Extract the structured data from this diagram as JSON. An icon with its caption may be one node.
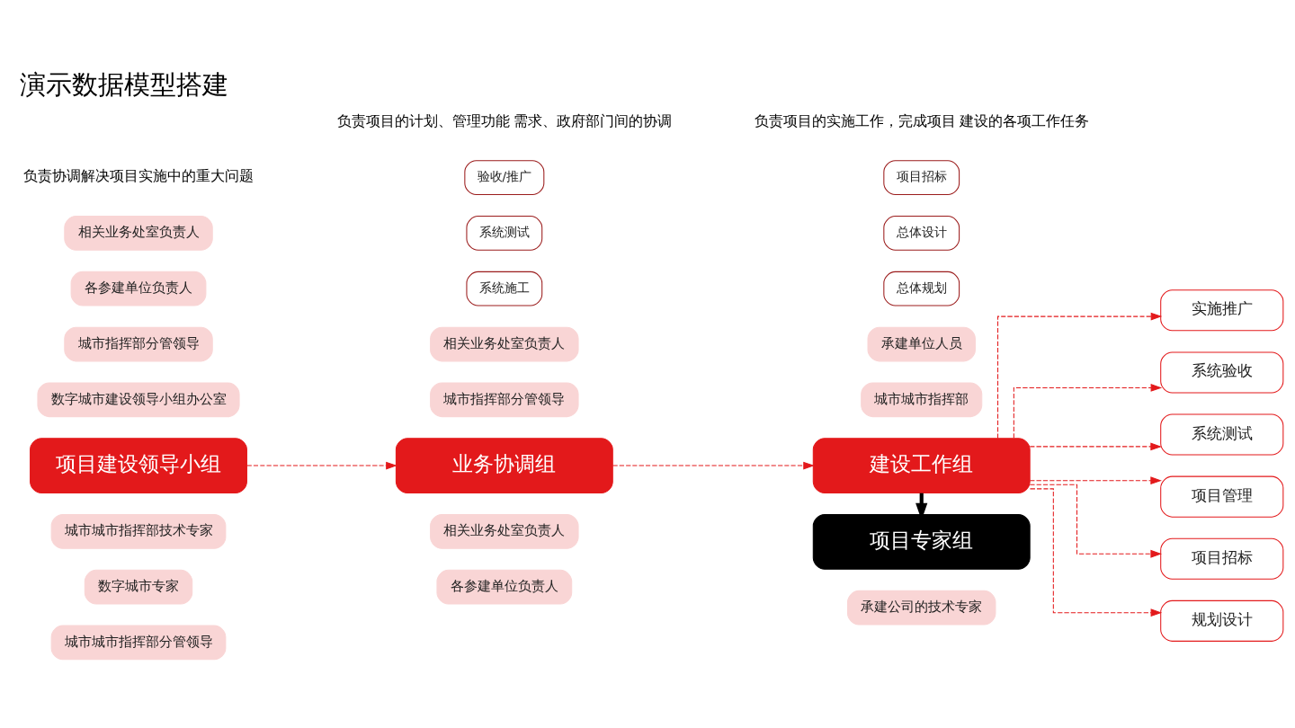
{
  "diagram": {
    "title": "演示数据模型搭建",
    "nodes": [
      {
        "text": [
          "城市城市指挥部分管领导"
        ]
      },
      {
        "text": [
          "数字城市专家"
        ]
      },
      {
        "text": [
          "城市城市指挥部技术专家"
        ]
      },
      {
        "text": [
          "各参建单位负责人"
        ]
      },
      {
        "text": [
          "相关业务处室负责人"
        ]
      },
      {
        "text": [
          "承建公司的技术专家"
        ]
      },
      {
        "text": [
          "项目专家组"
        ]
      },
      {
        "text": [
          "项目建设领导小组"
        ]
      },
      {
        "text": [
          "业务协调组"
        ]
      },
      {
        "text": [
          "建设工作组"
        ]
      },
      {
        "text": [
          "实施推广"
        ]
      },
      {
        "text": [
          "系统验收"
        ]
      },
      {
        "text": [
          "系统测试"
        ]
      },
      {
        "text": [
          "项目管理"
        ]
      },
      {
        "text": [
          "项目招标"
        ]
      },
      {
        "text": [
          "规划设计"
        ]
      },
      {
        "text": [
          "数字城市建设领导小组办公室"
        ]
      },
      {
        "text": [
          "城市指挥部分管领导"
        ]
      },
      {
        "text": [
          "城市指挥部分管领导"
        ]
      },
      {
        "text": [
          "各参建单位负责人"
        ]
      },
      {
        "text": [
          "相关业务处室负责人"
        ]
      },
      {
        "text": [
          "相关业务处室负责人"
        ]
      },
      {
        "text": [
          "城市城市指挥部"
        ]
      },
      {
        "text": [
          "承建单位人员"
        ]
      },
      {
        "text": [
          "系统施工"
        ]
      },
      {
        "text": [
          "系统测试"
        ]
      },
      {
        "text": [
          "验收/推广"
        ]
      },
      {
        "text": [
          "总体规划"
        ]
      },
      {
        "text": [
          "总体设计"
        ]
      },
      {
        "text": [
          "项目招标"
        ]
      }
    ],
    "edges": [
      {
        "from": 7,
        "to": 8,
        "arrow": "to",
        "style": "dashed"
      },
      {
        "from": 8,
        "to": 9,
        "arrow": "to",
        "style": "dashed"
      },
      {
        "from": 9,
        "to": 6,
        "arrow": "to",
        "style": "thick",
        "color": "#000000"
      },
      {
        "from": 9,
        "to": 10,
        "arrow": "to",
        "style": "dashed"
      },
      {
        "from": 9,
        "to": 11,
        "arrow": "to",
        "style": "dashed"
      },
      {
        "from": 9,
        "to": 12,
        "arrow": "to",
        "style": "dashed"
      },
      {
        "from": 9,
        "to": 13,
        "arrow": "to",
        "style": "dashed"
      },
      {
        "from": 9,
        "to": 14,
        "arrow": "to",
        "style": "dashed"
      },
      {
        "from": 9,
        "to": 15,
        "arrow": "to",
        "style": "dashed"
      }
    ],
    "labels": [
      "负责项目的计划、管理功能 需求、政府部门间的协调",
      "负责项目的实施工作，完成项目 建设的各项工作任务",
      "负责协调解决项目实施中的重大问题"
    ]
  }
}
